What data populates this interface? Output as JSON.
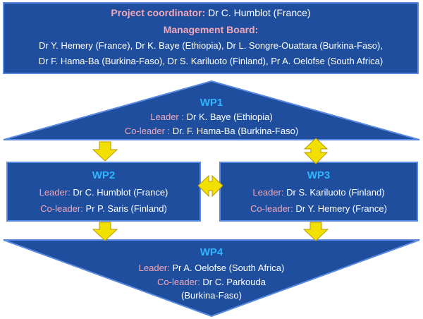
{
  "top": {
    "coordinator_label": "Project coordinator:",
    "coordinator_value": "Dr C. Humblot (France)",
    "board_label": "Management Board:",
    "board_line1": "Dr Y. Hemery (France), Dr K. Baye (Ethiopia), Dr L. Songre-Ouattara (Burkina-Faso),",
    "board_line2": "Dr F. Hama-Ba (Burkina-Faso), Dr S. Kariluoto (Finland), Pr A. Oelofse (South Africa)"
  },
  "wp1": {
    "title": "WP1",
    "leader_label": "Leader :",
    "leader_value": "Dr K. Baye (Ethiopia)",
    "coleader_label": "Co-leader :",
    "coleader_value": "Dr. F. Hama-Ba (Burkina-Faso)"
  },
  "wp2": {
    "title": "WP2",
    "leader_label": "Leader:",
    "leader_value": "Dr C. Humblot (France)",
    "coleader_label": "Co-leader:",
    "coleader_value": "Pr P. Saris (Finland)"
  },
  "wp3": {
    "title": "WP3",
    "leader_label": "Leader:",
    "leader_value": "Dr S. Kariluoto (Finland)",
    "coleader_label": "Co-leader:",
    "coleader_value": "Dr Y. Hemery (France)"
  },
  "wp4": {
    "title": "WP4",
    "leader_label": "Leader:",
    "leader_value": "Pr A. Oelofse (South Africa)",
    "coleader_label": "Co-leader:",
    "coleader_value": "Dr C. Parkouda",
    "coleader_value2": "(Burkina-Faso)"
  },
  "colors": {
    "box_fill": "#1f4e9e",
    "box_border": "#5b8be0",
    "label_pink": "#f2a7b7",
    "title_cyan": "#2fb4ff",
    "arrow_yellow": "#f2e000",
    "arrow_outline": "#b89a00"
  },
  "icons": {
    "down_arrow": "yellow-down-arrow-icon",
    "double_arrow": "yellow-double-arrow-icon"
  }
}
